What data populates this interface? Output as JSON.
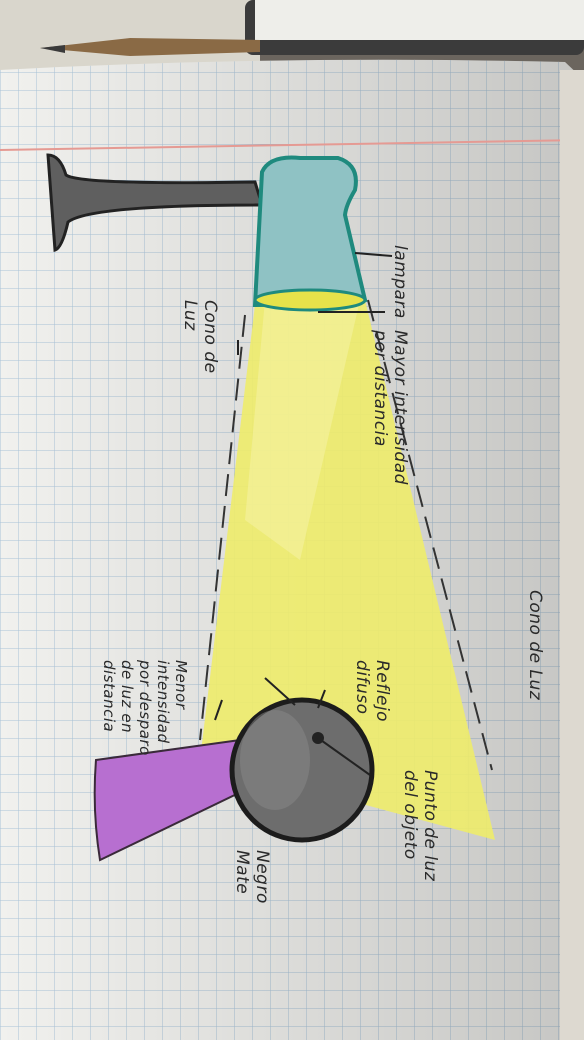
{
  "notebook": {
    "labels": {
      "lamp": "lampara",
      "cone_left": [
        "Cono de",
        "Luz"
      ],
      "cone_right": "Cono de Luz",
      "high_intensity": [
        "Mayor intensidad",
        "por distancia"
      ],
      "low_intensity": [
        "Menor",
        "intensidad",
        "por desparo",
        "de luz en",
        "distancia"
      ],
      "diffuse_reflection": [
        "Reflejo",
        "difuso"
      ],
      "light_point": [
        "Punto de luz",
        "del objeto"
      ],
      "matte_black": [
        "Negro",
        "Mate"
      ]
    }
  },
  "colors": {
    "paper": "#f1f1ee",
    "grid": "#a9c3d8",
    "margin_line": "#e59a93",
    "lamp_teal": "#8fc2c4",
    "lamp_outline": "#1f8a7e",
    "lamp_base": "#5f5f5f",
    "light_yellow": "#eeec6a",
    "sphere": "#6d6d6d",
    "stand_purple": "#b76fd0"
  },
  "icons": [
    "lamp-drawing",
    "sphere-drawing",
    "light-cone"
  ]
}
